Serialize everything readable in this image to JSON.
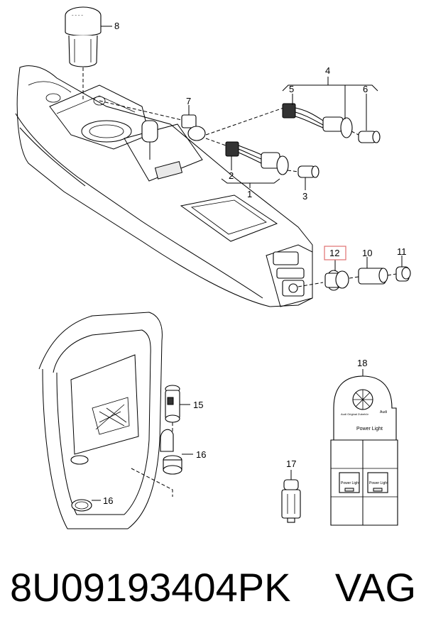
{
  "diagram": {
    "callouts": [
      "1",
      "2",
      "3",
      "4",
      "5",
      "6",
      "7",
      "8",
      "10",
      "11",
      "12",
      "15",
      "16",
      "16",
      "17",
      "18"
    ],
    "highlighted_callout": "12",
    "highlight_color": "#e07070",
    "package": {
      "brand_text": "Audi",
      "product_text": "Power Light",
      "small_text": "Audi Original Zubehör",
      "box_labels": [
        "Power Light",
        "Power Light"
      ]
    }
  },
  "footer": {
    "part_number": "8U09193404PK",
    "brand": "VAG"
  }
}
